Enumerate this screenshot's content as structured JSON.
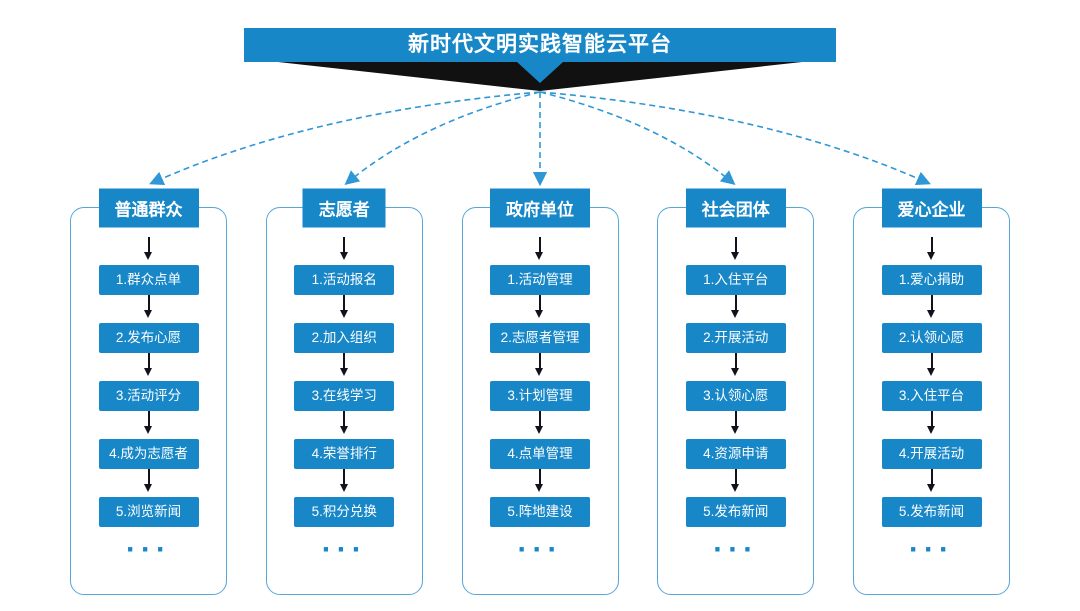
{
  "banner": {
    "title": "新时代文明实践智能云平台"
  },
  "more_label": "···",
  "colors": {
    "primary_blue": "#1787c8",
    "frame_border_blue": "#56a6d8",
    "dashed_arrow_blue": "#2f97d5",
    "step_arrow_dark": "#12121e",
    "fold_black": "#111111"
  },
  "columns": [
    {
      "header": "普通群众",
      "items": [
        "1.群众点单",
        "2.发布心愿",
        "3.活动评分",
        "4.成为志愿者",
        "5.浏览新闻"
      ]
    },
    {
      "header": "志愿者",
      "items": [
        "1.活动报名",
        "2.加入组织",
        "3.在线学习",
        "4.荣誉排行",
        "5.积分兑换"
      ]
    },
    {
      "header": "政府单位",
      "items": [
        "1.活动管理",
        "2.志愿者管理",
        "3.计划管理",
        "4.点单管理",
        "5.阵地建设"
      ]
    },
    {
      "header": "社会团体",
      "items": [
        "1.入住平台",
        "2.开展活动",
        "3.认领心愿",
        "4.资源申请",
        "5.发布新闻"
      ]
    },
    {
      "header": "爱心企业",
      "items": [
        "1.爱心捐助",
        "2.认领心愿",
        "3.入住平台",
        "4.开展活动",
        "5.发布新闻"
      ]
    }
  ]
}
